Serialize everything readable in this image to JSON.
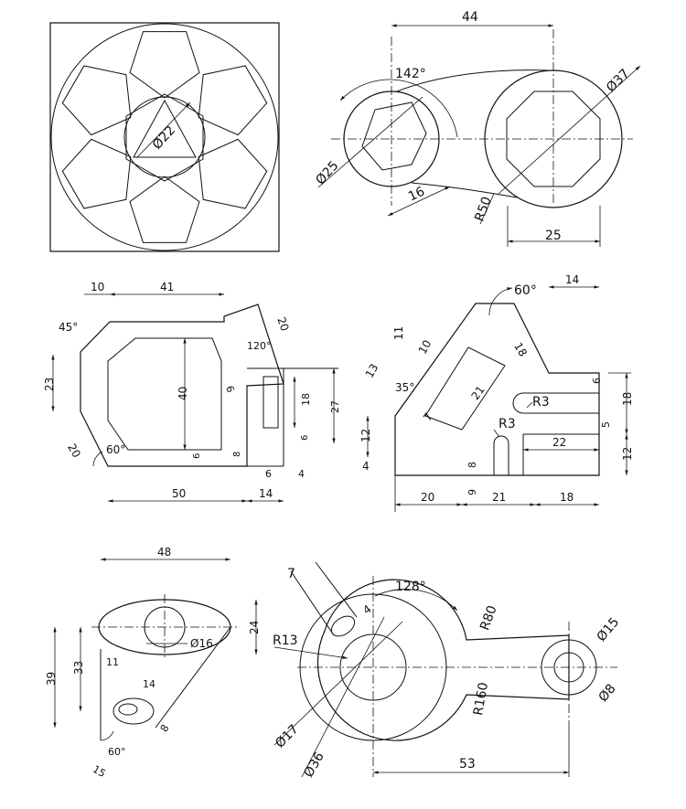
{
  "drawing1": {
    "dia22": "Ø22"
  },
  "drawing2": {
    "d44": "44",
    "a142": "142°",
    "dia37": "Ø37",
    "dia25": "Ø25",
    "d16": "16",
    "r50": "R50",
    "d25": "25"
  },
  "drawing3": {
    "d10": "10",
    "d41": "41",
    "d20a": "20",
    "a45": "45°",
    "a120": "120°",
    "d6": "6",
    "d23": "23",
    "d40": "40",
    "d18": "18",
    "d27": "27",
    "d6b": "6",
    "d20b": "20",
    "a60": "60°",
    "d6c": "6",
    "d8": "8",
    "d6d": "6",
    "d4": "4",
    "d50": "50",
    "d14": "14"
  },
  "drawing4": {
    "a60": "60°",
    "d14": "14",
    "d11": "11",
    "d10": "10",
    "d18a": "18",
    "d13": "13",
    "a35": "35°",
    "d21": "21",
    "d7": "7",
    "r3a": "R3",
    "d6": "6",
    "d18b": "18",
    "d12a": "12",
    "r3b": "R3",
    "d5": "5",
    "d22": "22",
    "d12b": "12",
    "d4": "4",
    "d8": "8",
    "d9": "9",
    "d20": "20",
    "d21b": "21",
    "d18c": "18"
  },
  "drawing5": {
    "d48": "48",
    "dia16": "Ø16",
    "d24": "24",
    "d39": "39",
    "d33": "33",
    "d11": "11",
    "d14": "14",
    "d8": "8",
    "a60": "60°",
    "d15": "15"
  },
  "drawing6": {
    "d7": "7",
    "d4": "4",
    "a128": "128°",
    "r80": "R80",
    "dia15": "Ø15",
    "r13": "R13",
    "r160": "R160",
    "dia8": "Ø8",
    "dia17": "Ø17",
    "dia36": "Ø36",
    "d53": "53"
  }
}
